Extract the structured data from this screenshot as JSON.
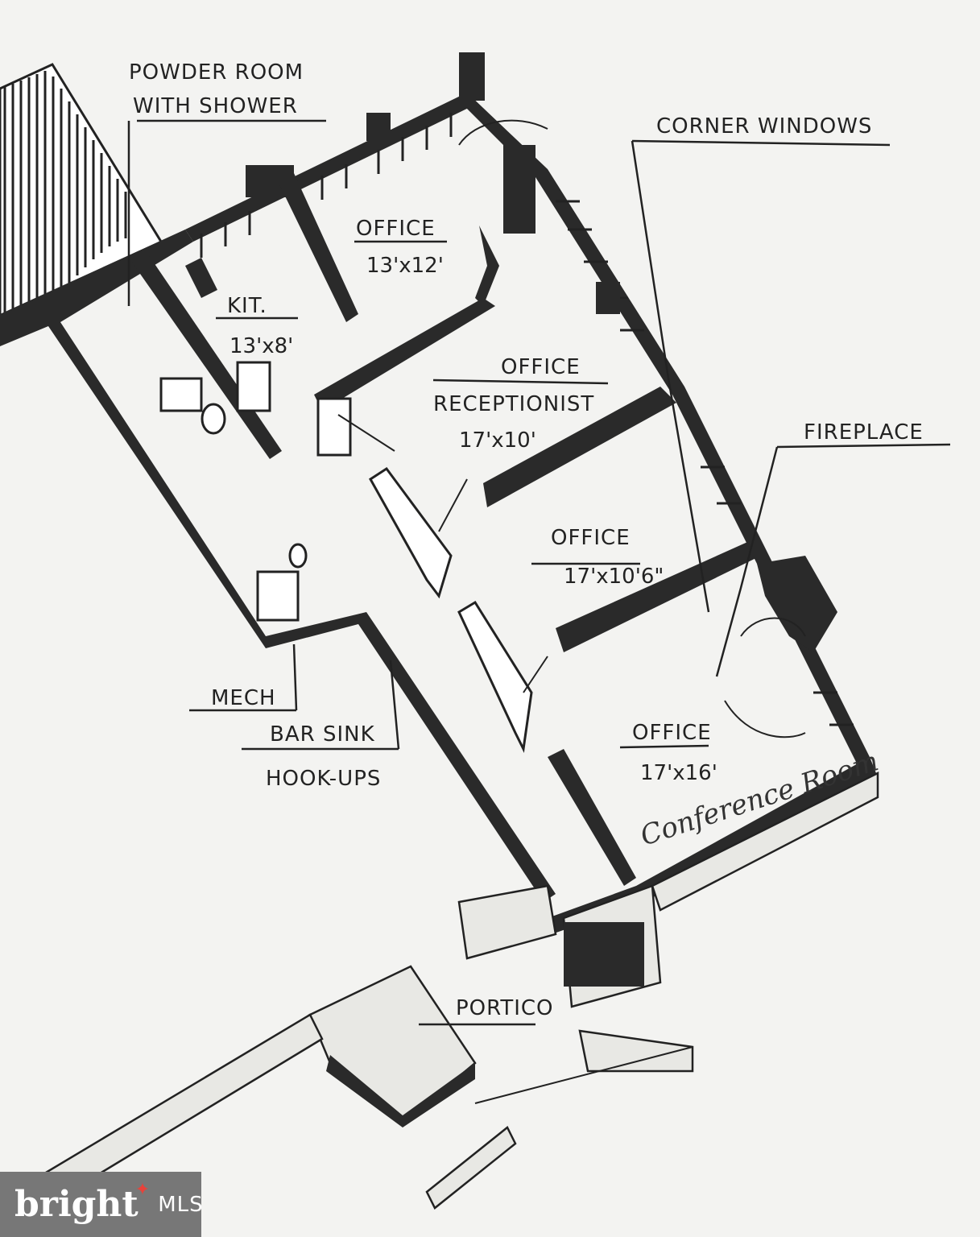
{
  "labels": {
    "powder_room_1": "POWDER ROOM",
    "powder_room_2": "WITH SHOWER",
    "corner_windows": "CORNER WINDOWS",
    "office_a": "OFFICE",
    "office_a_dim": "13'x12'",
    "kit": "KIT.",
    "kit_dim": "13'x8'",
    "office_b_1": "OFFICE",
    "office_b_2": "RECEPTIONIST",
    "office_b_dim": "17'x10'",
    "fireplace": "FIREPLACE",
    "office_c": "OFFICE",
    "office_c_dim": "17'x10'6\"",
    "office_d": "OFFICE",
    "office_d_dim": "17'x16'",
    "conference_room": "Conference Room",
    "mech": "MECH",
    "bar_sink": "BAR SINK",
    "hook_ups": "HOOK-UPS",
    "portico": "PORTICO"
  },
  "watermark": {
    "brand": "bright",
    "suffix": "MLS"
  }
}
